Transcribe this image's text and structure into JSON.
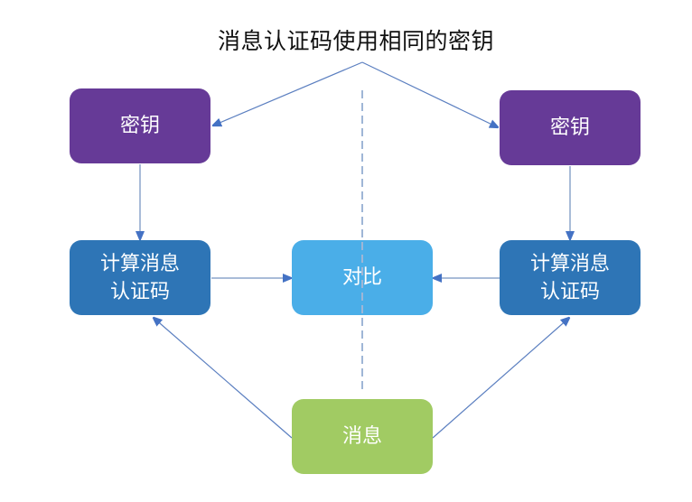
{
  "title": "消息认证码使用相同的密钥",
  "colors": {
    "key": "#663A97",
    "mac": "#2E75B6",
    "compare": "#4AAEE8",
    "message": "#A1CB63",
    "arrow_line": "#5B7FC0",
    "arrow_line_light": "#A9BCD8",
    "arrow_head": "#4472C4",
    "divider": "#9FB6D6"
  },
  "nodes": {
    "key_left": {
      "label": "密钥"
    },
    "key_right": {
      "label": "密钥"
    },
    "mac_left": {
      "line1": "计算消息",
      "line2": "认证码"
    },
    "mac_right": {
      "line1": "计算消息",
      "line2": "认证码"
    },
    "compare": {
      "label": "对比"
    },
    "message": {
      "label": "消息"
    }
  },
  "edges": [
    {
      "from": "title",
      "to": "key_left"
    },
    {
      "from": "title",
      "to": "key_right"
    },
    {
      "from": "key_left",
      "to": "mac_left"
    },
    {
      "from": "key_right",
      "to": "mac_right"
    },
    {
      "from": "mac_left",
      "to": "compare"
    },
    {
      "from": "mac_right",
      "to": "compare"
    },
    {
      "from": "message",
      "to": "mac_left"
    },
    {
      "from": "message",
      "to": "mac_right"
    }
  ]
}
